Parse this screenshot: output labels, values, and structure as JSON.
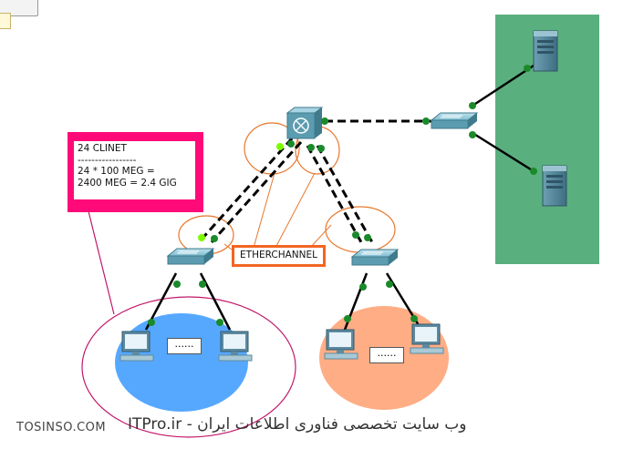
{
  "note": {
    "lines": [
      "24 CLINET",
      "-----------------",
      "24 * 100 MEG =",
      "2400 MEG = 2.4 GIG"
    ]
  },
  "etherchannel_label": "ETHERCHANNEL",
  "lan_left_ellipsis": "......",
  "lan_right_ellipsis": "......",
  "footer": {
    "left": "TOSINSO.COM",
    "right": "ITPro.ir - وب سایت تخصصی فناوری اطلاعات ایران"
  },
  "colors": {
    "server_zone": "#5aaf7f",
    "note_frame": "#ff0a78",
    "etherchannel_frame": "#f26522",
    "left_lan": "#56a8ff",
    "right_lan": "#ffad85",
    "link_dot": "#1a8a2a",
    "link_dot_active": "#7cfc00",
    "orange_callout": "#e8782c",
    "magenta_callout": "#c2186a"
  },
  "icons": [
    "core-multilayer-switch-icon",
    "access-switch-icon",
    "server-icon",
    "pc-icon"
  ]
}
